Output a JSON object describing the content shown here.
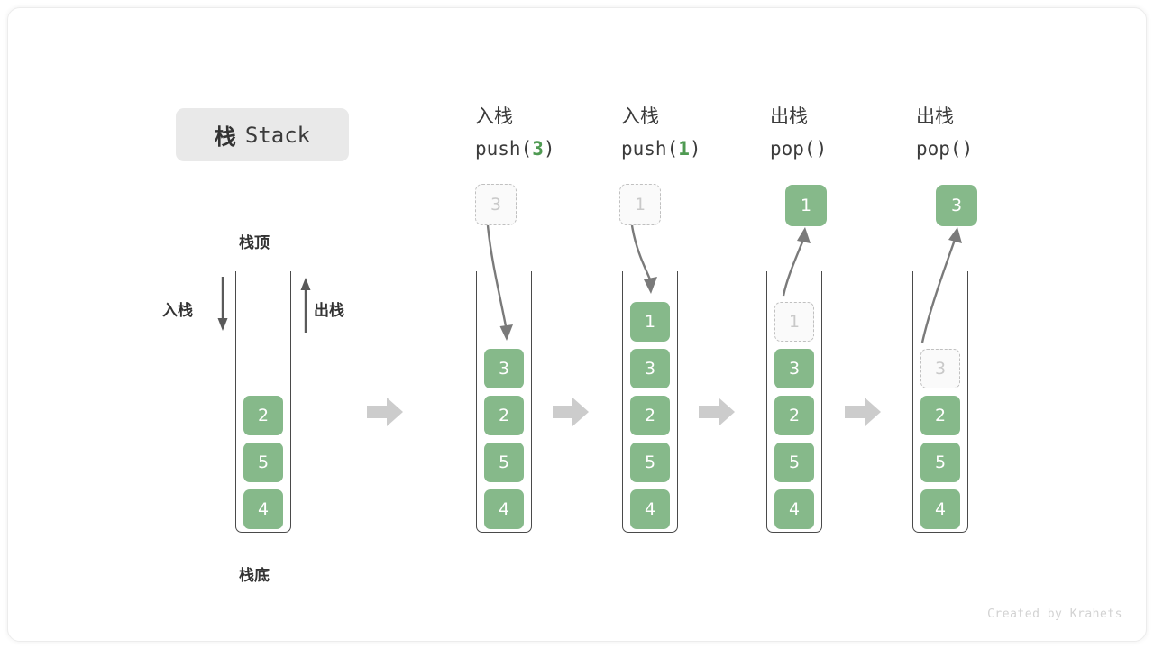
{
  "title": {
    "cn": "栈",
    "en": "Stack"
  },
  "labels": {
    "top": "栈顶",
    "bottom": "栈底",
    "push": "入栈",
    "pop": "出栈"
  },
  "credit": "Created by Krahets",
  "colors": {
    "element_green": "#86b98a",
    "accent_green": "#4f9a52",
    "ghost_border": "#c0c0c0",
    "ghost_text": "#c9c9c9",
    "wall": "#4a4a4a",
    "arrow_gray": "#7a7a7a",
    "block_arrow": "#cccccc",
    "chip_bg": "#e9e9e9",
    "text": "#333333"
  },
  "initial_stack": {
    "name": "initial-stack",
    "cells": [
      "2",
      "5",
      "4"
    ]
  },
  "steps": [
    {
      "id": "push-3",
      "head": "入栈",
      "op_prefix": "push(",
      "op_arg": "3",
      "op_suffix": ")",
      "float_cell": {
        "value": "3",
        "style": "ghost"
      },
      "arrow": "down",
      "cells": [
        {
          "value": "3",
          "style": "solid"
        },
        {
          "value": "2",
          "style": "solid"
        },
        {
          "value": "5",
          "style": "solid"
        },
        {
          "value": "4",
          "style": "solid"
        }
      ]
    },
    {
      "id": "push-1",
      "head": "入栈",
      "op_prefix": "push(",
      "op_arg": "1",
      "op_suffix": ")",
      "float_cell": {
        "value": "1",
        "style": "ghost"
      },
      "arrow": "down",
      "cells": [
        {
          "value": "1",
          "style": "solid"
        },
        {
          "value": "3",
          "style": "solid"
        },
        {
          "value": "2",
          "style": "solid"
        },
        {
          "value": "5",
          "style": "solid"
        },
        {
          "value": "4",
          "style": "solid"
        }
      ]
    },
    {
      "id": "pop-1",
      "head": "出栈",
      "op_prefix": "pop(",
      "op_arg": "",
      "op_suffix": ")",
      "float_cell": {
        "value": "1",
        "style": "solid"
      },
      "arrow": "up",
      "cells": [
        {
          "value": "1",
          "style": "ghost"
        },
        {
          "value": "3",
          "style": "solid"
        },
        {
          "value": "2",
          "style": "solid"
        },
        {
          "value": "5",
          "style": "solid"
        },
        {
          "value": "4",
          "style": "solid"
        }
      ]
    },
    {
      "id": "pop-3",
      "head": "出栈",
      "op_prefix": "pop(",
      "op_arg": "",
      "op_suffix": ")",
      "float_cell": {
        "value": "3",
        "style": "solid"
      },
      "arrow": "up-long",
      "cells": [
        {
          "value": "",
          "style": "empty"
        },
        {
          "value": "3",
          "style": "ghost"
        },
        {
          "value": "2",
          "style": "solid"
        },
        {
          "value": "5",
          "style": "solid"
        },
        {
          "value": "4",
          "style": "solid"
        }
      ]
    }
  ]
}
